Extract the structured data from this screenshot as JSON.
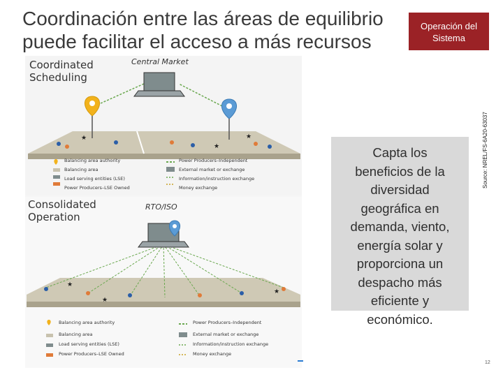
{
  "slide": {
    "title_line1": "Coordinación entre las áreas de equilibrio",
    "title_line2": "puede facilitar el acceso a más recursos",
    "badge_line1": "Operación del",
    "badge_line2": "Sistema",
    "source": "Source: NREL/FS-6A20-63037",
    "callout_lines": [
      "Capta los",
      "beneficios de la",
      "diversidad",
      "geográfica en",
      "demanda, viento,",
      "energía solar y",
      "proporciona un",
      "despacho más",
      "eficiente y",
      "económico."
    ],
    "page_number": "12"
  },
  "figure": {
    "top_panel": {
      "label_line1": "Coordinated",
      "label_line2": "Scheduling",
      "hub": "Central Market",
      "legend": [
        "Balancing area authority",
        "Balancing area",
        "Load serving entities (LSE)",
        "Power Producers–LSE Owned",
        "Power Producers–Independent",
        "External market or exchange",
        "Information/instruction exchange",
        "Money exchange"
      ]
    },
    "bottom_panel": {
      "label_line1": "Consolidated",
      "label_line2": "Operation",
      "hub": "RTO/ISO",
      "legend": [
        "Balancing area authority",
        "Balancing area",
        "Load serving entities (LSE)",
        "Power Producers–LSE Owned",
        "Power Producers–Independent",
        "External market or exchange",
        "Information/instruction exchange",
        "Money exchange"
      ]
    }
  },
  "colors": {
    "badge": "#9b2226",
    "pin_yellow": "#f2b21c",
    "pin_blue": "#5b9bd5",
    "land": "#c8c2ae",
    "arrow_green": "#6aa84f"
  }
}
